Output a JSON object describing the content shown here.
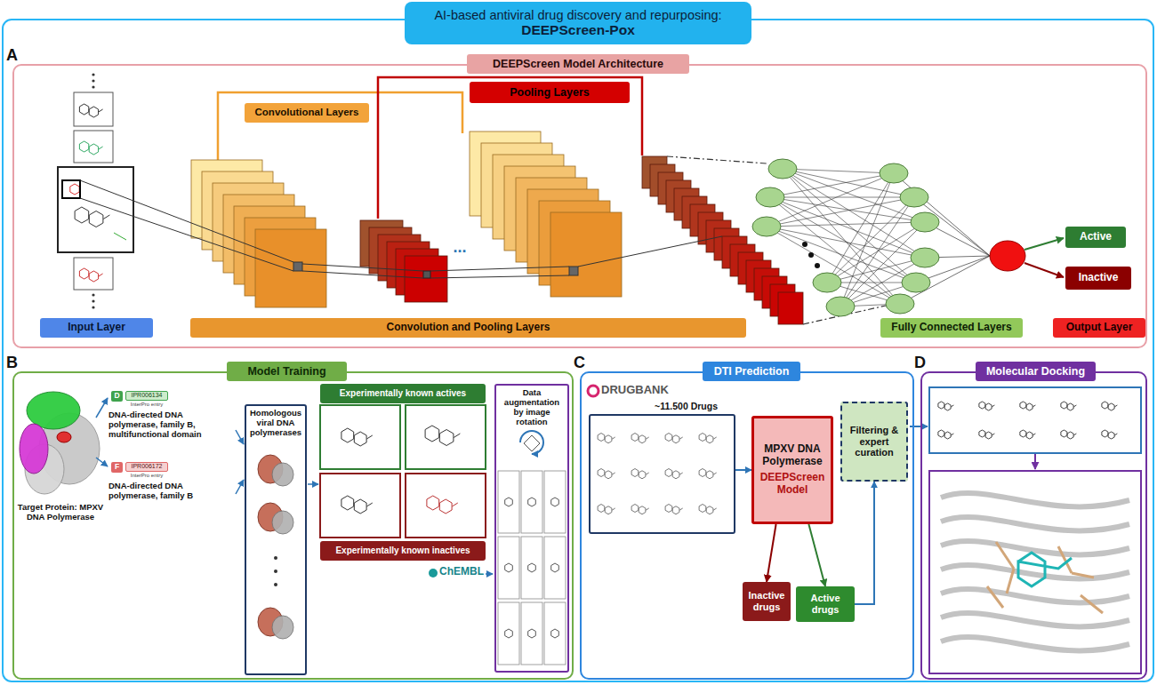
{
  "diagram": {
    "nodes": [
      {
        "text": [
          "AI-based antiviral drug discovery and repurposing:",
          "DEEPScreen-Pox"
        ]
      },
      {
        "text": [
          "A"
        ]
      },
      {
        "text": [
          "DEEPScreen Model Architecture"
        ],
        "in": 1
      },
      {
        "text": [
          "Convolutional Layers"
        ],
        "in": 1
      },
      {
        "text": [
          "Pooling Layers"
        ],
        "in": 1
      },
      {
        "text": [
          "Active"
        ],
        "in": 1
      },
      {
        "text": [
          "Inactive"
        ],
        "in": 1
      },
      {
        "text": [
          "Input Layer"
        ],
        "in": 1
      },
      {
        "text": [
          "Convolution and Pooling Layers"
        ],
        "in": 1
      },
      {
        "text": [
          "Fully Connected Layers"
        ],
        "in": 1
      },
      {
        "text": [
          "Output Layer"
        ],
        "in": 1
      },
      {
        "text": [
          "B"
        ]
      },
      {
        "text": [
          "Model Training"
        ],
        "in": 11
      },
      {
        "text": [
          "D"
        ],
        "in": 11
      },
      {
        "text": [
          "IPR006134"
        ],
        "in": 11
      },
      {
        "text": [
          "F"
        ],
        "in": 11
      },
      {
        "text": [
          "IPR006172"
        ],
        "in": 11
      },
      {
        "text": [
          "Homologous viral DNA polymerases"
        ],
        "in": 11
      },
      {
        "text": [
          "Experimentally known actives"
        ],
        "in": 11
      },
      {
        "text": [
          "Experimentally known inactives"
        ],
        "in": 11
      },
      {
        "text": [
          "Data augmentation by image rotation"
        ],
        "in": 11
      },
      {
        "text": [
          "C"
        ]
      },
      {
        "text": [
          "DTI Prediction"
        ],
        "in": 21
      },
      {
        "text": [
          "~11.500 Drugs"
        ],
        "in": 21
      },
      {
        "text": [
          "MPXV DNA Polymerase",
          "DEEPScreen Model"
        ],
        "in": 21
      },
      {
        "text": [
          "Inactive drugs"
        ],
        "in": 21
      },
      {
        "text": [
          "Active drugs"
        ],
        "in": 21
      },
      {
        "text": [
          "Filtering & expert curation"
        ],
        "in": 21
      },
      {
        "text": [
          "D"
        ]
      },
      {
        "text": [
          "Molecular Docking"
        ],
        "in": 28
      }
    ],
    "edges": [
      {
        "from": 23,
        "to": 24,
        "arrow": "to"
      },
      {
        "from": 24,
        "to": 25,
        "arrow": "to"
      },
      {
        "from": 24,
        "to": 26,
        "arrow": "to"
      },
      {
        "from": 26,
        "to": 27,
        "arrow": "to"
      }
    ],
    "labels": [
      "...",
      "Target Protein: MPXV DNA Polymerase",
      "InterPro entry",
      "DNA-directed DNA polymerase, family B, multifunctional domain",
      "InterPro entry",
      "DNA-directed DNA polymerase, family B",
      "ChEMBL",
      "DRUGBANK"
    ]
  }
}
